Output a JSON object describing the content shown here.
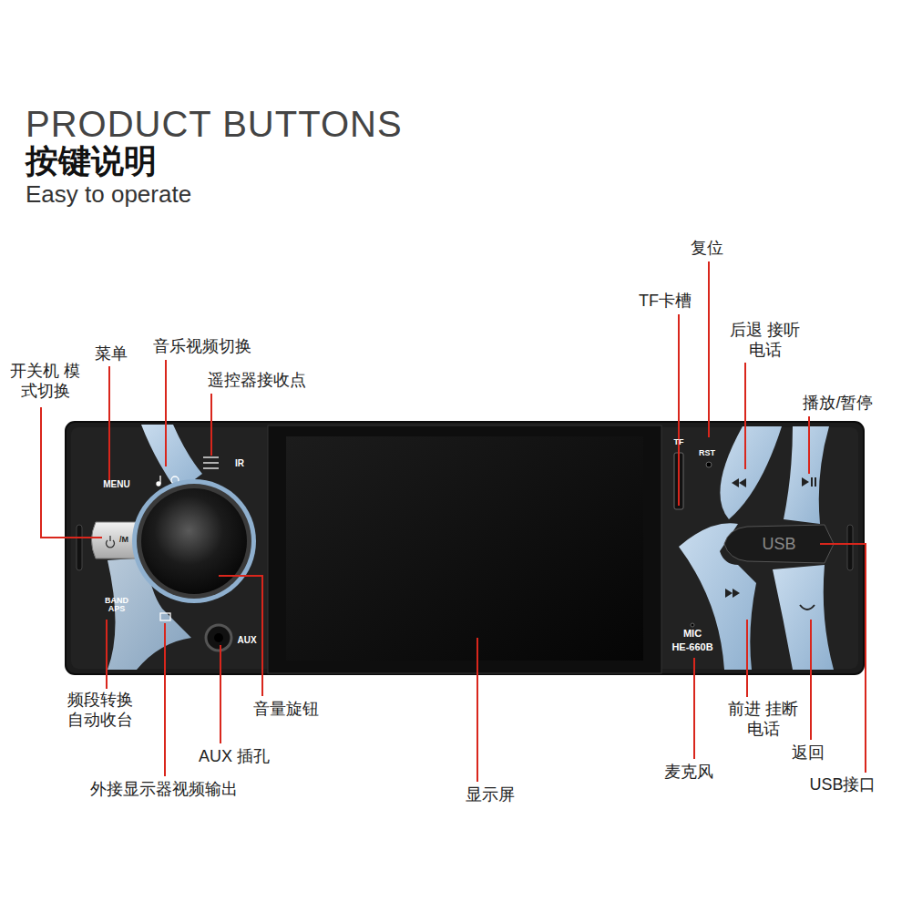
{
  "diagram": {
    "title": "PRODUCT BUTTONS",
    "labels": [
      "按键说明",
      "Easy to operate",
      "复位",
      "TF卡槽",
      "后退 接听电话",
      "播放/暂停",
      "开关机 模式切换",
      "菜单",
      "音乐视频切换",
      "遥控器接收点",
      "频段转换 自动收台",
      "音量旋钮",
      "AUX 插孔",
      "外接显示器视频输出",
      "显示屏",
      "麦克风",
      "前进 挂断电话",
      "返回",
      "USB接口",
      "MENU",
      "IR",
      "/M",
      "BAND APS",
      "AUX",
      "TF",
      "RST",
      "USB",
      "MIC",
      "HE-660B"
    ]
  }
}
